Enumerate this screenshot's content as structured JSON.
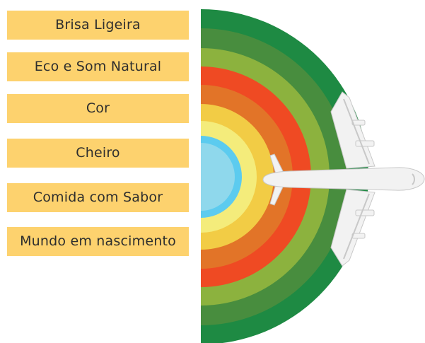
{
  "labels": [
    "Brisa Ligeira",
    "Eco e Som Natural",
    "Cor",
    "Cheiro",
    "Comida com Sabor",
    "Mundo em nascimento"
  ],
  "colors": {
    "label_fill": "#fdd26e",
    "label_text": "#2e2e2e",
    "rings_outer_to_inner": [
      "#1e8a43",
      "#488d3e",
      "#8cb23e",
      "#ef4a23",
      "#e27428",
      "#f2cc45",
      "#f4ec7b",
      "#5ccbef",
      "#8fd8ec"
    ],
    "airplane_body": "#f2f2f2",
    "airplane_shade": "#c8c8c8"
  },
  "icons": [
    "airplane-icon"
  ]
}
